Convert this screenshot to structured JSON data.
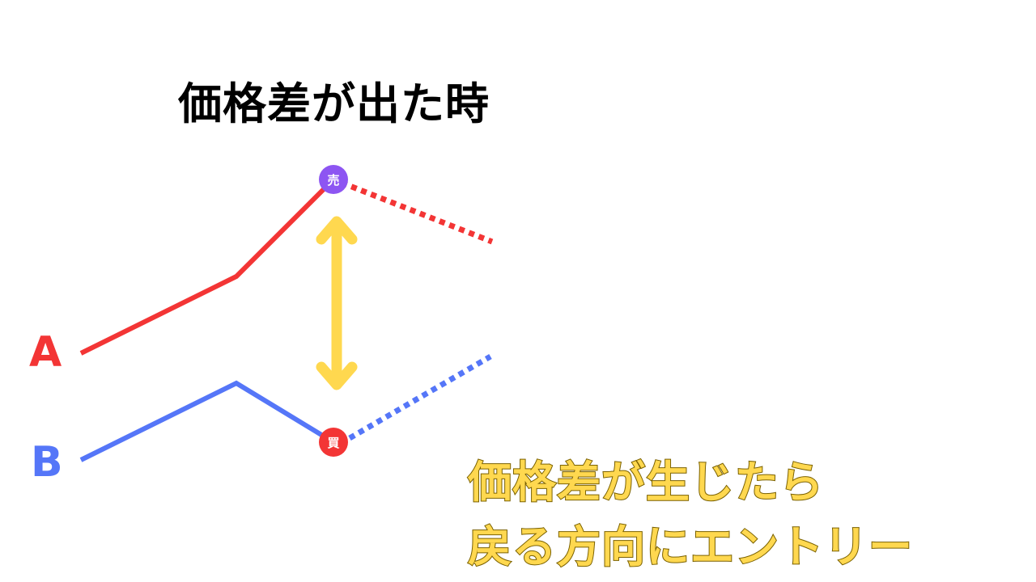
{
  "title": "価格差が出た時",
  "series": [
    {
      "label": "A",
      "color": "#f33535"
    },
    {
      "label": "B",
      "color": "#5576f8"
    }
  ],
  "markers": {
    "sell": {
      "label": "売",
      "color": "#8d55f2"
    },
    "buy": {
      "label": "買",
      "color": "#f33535"
    }
  },
  "arrow_color": "#ffd84f",
  "caption": {
    "line1": "価格差が生じたら",
    "line2": "戻る方向にエントリー",
    "fill_color": "#ffd84f",
    "stroke_color": "#7a6100"
  }
}
